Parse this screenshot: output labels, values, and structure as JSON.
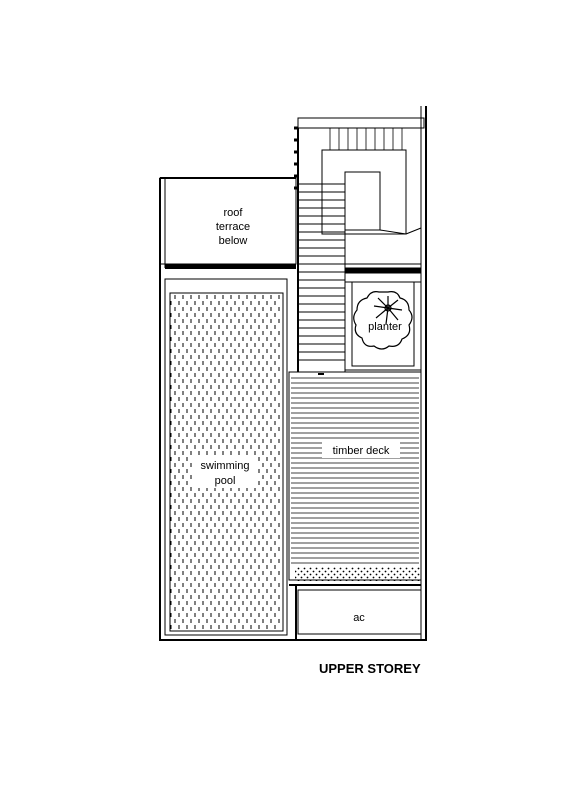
{
  "drawing": {
    "title": "UPPER STOREY",
    "rooms": {
      "roof_terrace": [
        "roof",
        "terrace",
        "below"
      ],
      "swimming_pool": [
        "swimming",
        "pool"
      ],
      "timber_deck": "timber deck",
      "planter": "planter",
      "ac": "ac"
    },
    "colors": {
      "line": "#000000",
      "background": "#ffffff"
    }
  }
}
